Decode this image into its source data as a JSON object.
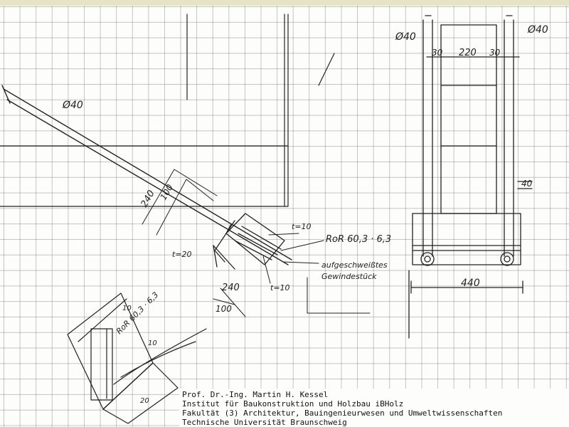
{
  "labels": {
    "phi40_left": "Ø40",
    "phi40_top": "Ø40",
    "phi40_right": "Ø40",
    "dim_30a": "30",
    "dim_220": "220",
    "dim_30b": "30",
    "dim_40_side": "40",
    "dim_440": "440",
    "dim_240_a": "240",
    "dim_100_a": "100",
    "t10_a": "t=10",
    "t20": "t=20",
    "t10_b": "t=10",
    "ror_main": "RoR 60,3 · 6,3",
    "thread_1": "aufgeschweißtes",
    "thread_2": "Gewindestück",
    "dim_240_b": "240",
    "dim_100_b": "100",
    "ror_sketch": "RoR 60,3 · 6,3",
    "sketch_10a": "10",
    "sketch_10b": "10",
    "sketch_20": "20"
  },
  "credits": {
    "line1": "Prof. Dr.-Ing. Martin H. Kessel",
    "line2": "Institut für Baukonstruktion und Holzbau iBHolz",
    "line3": "Fakultät (3) Architektur, Bauingenieurwesen und Umweltwissenschaften",
    "line4": "Technische Universität Braunschweig"
  }
}
